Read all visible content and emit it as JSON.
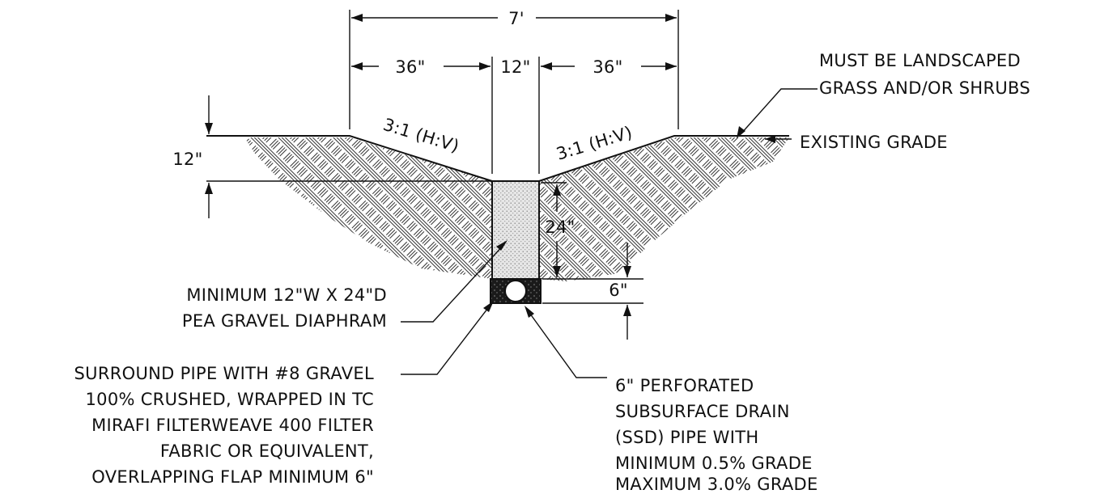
{
  "dimensions": {
    "overall_width": "7'",
    "left_slope_width": "36\"",
    "trench_width": "12\"",
    "right_slope_width": "36\"",
    "swale_depth": "12\"",
    "diaphragm_depth": "24\"",
    "pipe_bed_depth": "6\""
  },
  "slopes": {
    "left": "3:1 (H:V)",
    "right": "3:1 (H:V)"
  },
  "notes": {
    "landscape": [
      "MUST BE LANDSCAPED",
      "GRASS AND/OR SHRUBS"
    ],
    "existing_grade": "EXISTING GRADE",
    "diaphragm": [
      "MINIMUM 12\"W X 24\"D",
      "PEA GRAVEL DIAPHRAM"
    ],
    "surround": [
      "SURROUND PIPE WITH #8 GRAVEL",
      "100% CRUSHED, WRAPPED IN TC",
      "MIRAFI FILTERWEAVE 400 FILTER",
      "FABRIC OR EQUIVALENT,",
      "OVERLAPPING FLAP MINIMUM 6\""
    ],
    "pipe": [
      "6\" PERFORATED",
      "SUBSURFACE DRAIN",
      "(SSD) PIPE WITH",
      "MINIMUM 0.5% GRADE",
      "MAXIMUM 3.0% GRADE"
    ]
  }
}
